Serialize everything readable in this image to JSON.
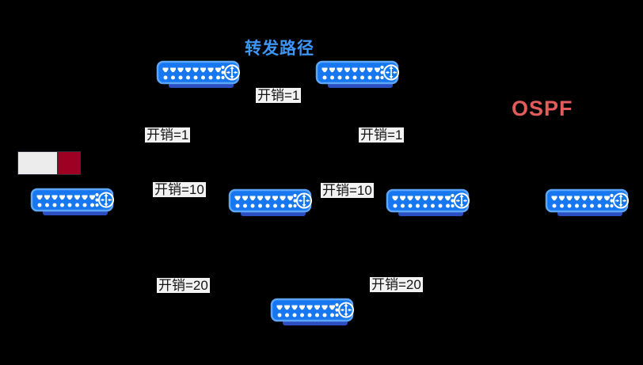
{
  "diagram": {
    "title": "转发路径",
    "protocol": "OSPF"
  },
  "colors": {
    "background": "#000000",
    "title_blue": "#3e95f3",
    "protocol_red": "#e25c5c",
    "router_body": "#1677f0",
    "router_outline": "#5ea7f8",
    "router_shadow": "#2b4ec2",
    "router_detail": "#ffffff",
    "label_bg": "#f2f2f2",
    "label_text": "#141414",
    "legend_white": "#ececec",
    "legend_red": "#9e0024",
    "legend_border": "#2b2f36"
  },
  "legend": {
    "segments": [
      {
        "id": "legend-swatch-white",
        "color_key": "legend_white"
      },
      {
        "id": "legend-swatch-red",
        "color_key": "legend_red"
      }
    ]
  },
  "routers": [
    {
      "id": "router-top-left"
    },
    {
      "id": "router-top-right"
    },
    {
      "id": "router-mid-left"
    },
    {
      "id": "router-mid-center"
    },
    {
      "id": "router-mid-right"
    },
    {
      "id": "router-far-right"
    },
    {
      "id": "router-bottom"
    }
  ],
  "cost_labels": [
    {
      "id": "cost-top-center",
      "text": "开销=1"
    },
    {
      "id": "cost-upper-left",
      "text": "开销=1"
    },
    {
      "id": "cost-upper-right",
      "text": "开销=1"
    },
    {
      "id": "cost-mid-left",
      "text": "开销=10"
    },
    {
      "id": "cost-mid-right",
      "text": "开销=10"
    },
    {
      "id": "cost-lower-left",
      "text": "开销=20"
    },
    {
      "id": "cost-lower-right",
      "text": "开销=20"
    }
  ]
}
